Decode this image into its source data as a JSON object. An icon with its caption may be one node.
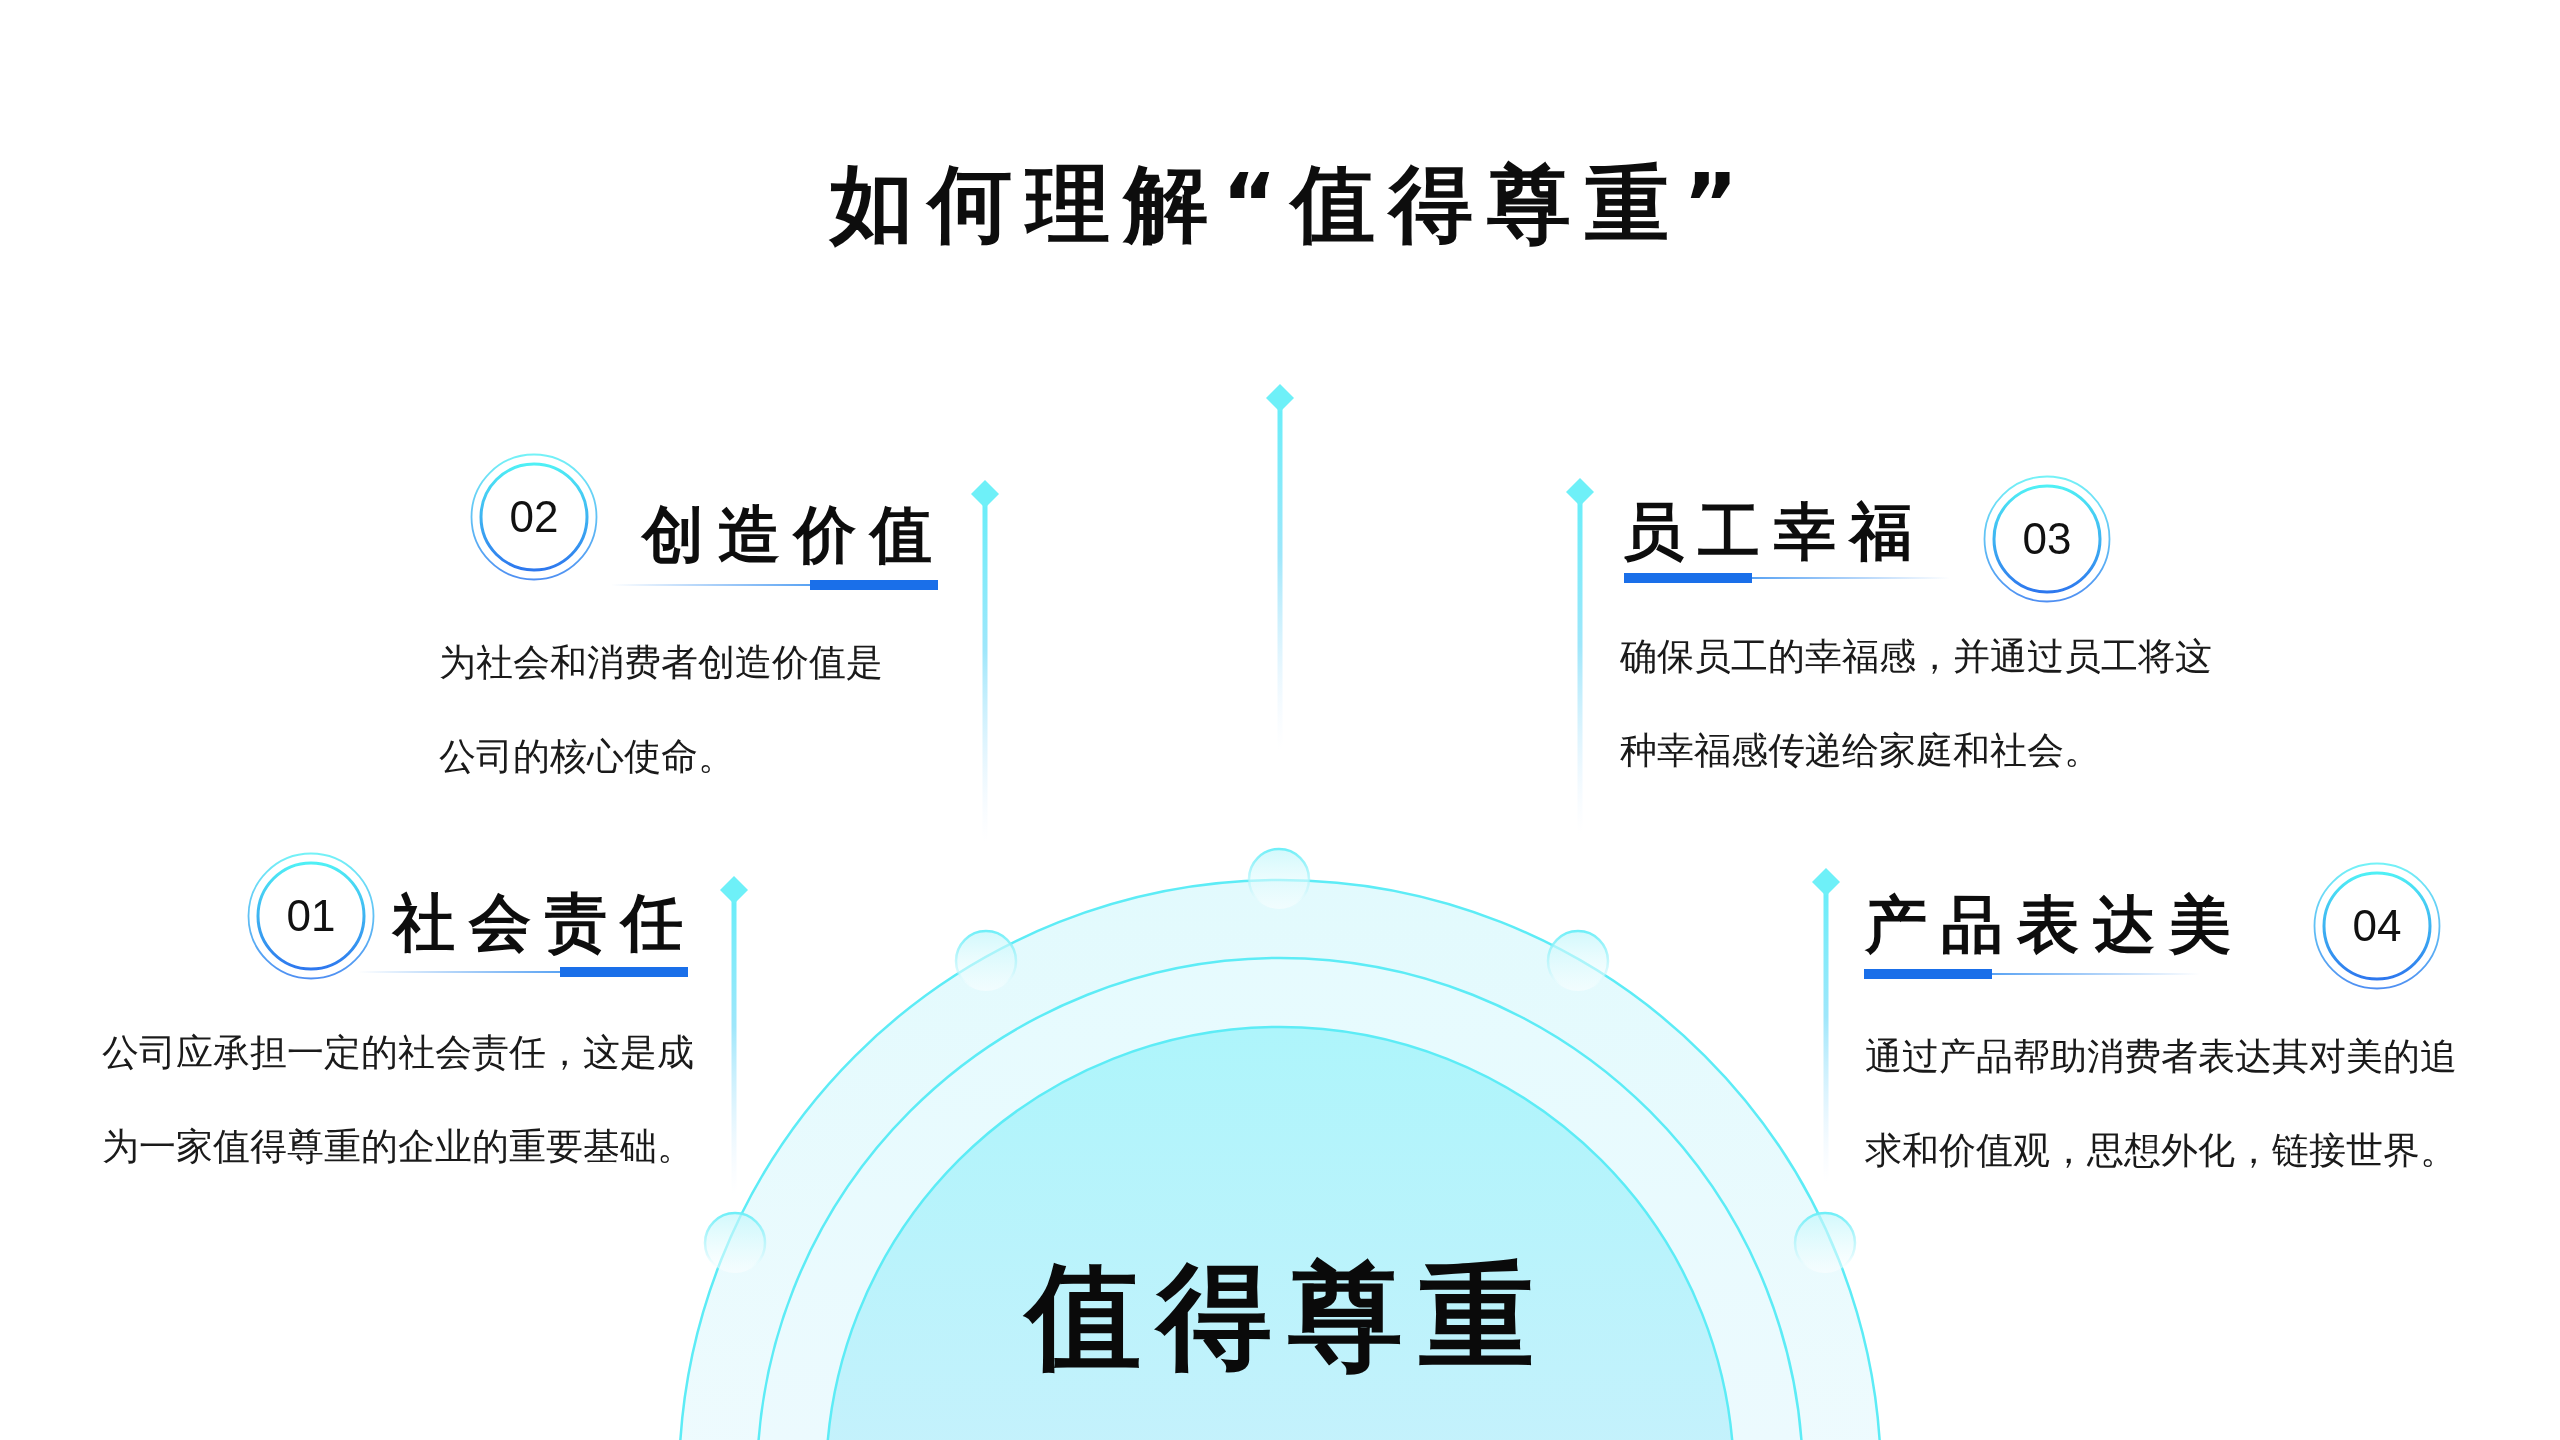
{
  "diagram": {
    "title": "如何理解“值得尊重”",
    "nodes": [
      {
        "text": [
          "02"
        ],
        "beside": [
          "创造价值",
          "为社会和消费者创造价值是公司的核心使命。"
        ]
      },
      {
        "text": [
          "03"
        ],
        "beside": [
          "员工幸福",
          "确保员工的幸福感，并通过员工将这种幸福感传递给家庭和社会。"
        ]
      },
      {
        "text": [
          "01"
        ],
        "beside": [
          "社会责任",
          "公司应承担一定的社会责任，这是成为一家值得尊重的企业的重要基础。"
        ]
      },
      {
        "text": [
          "04"
        ],
        "beside": [
          "产品表达美",
          "通过产品帮助消费者表达其对美的追求和价值观，思想外化，链接世界。"
        ]
      },
      {
        "text": [
          "值得尊重"
        ]
      }
    ]
  }
}
